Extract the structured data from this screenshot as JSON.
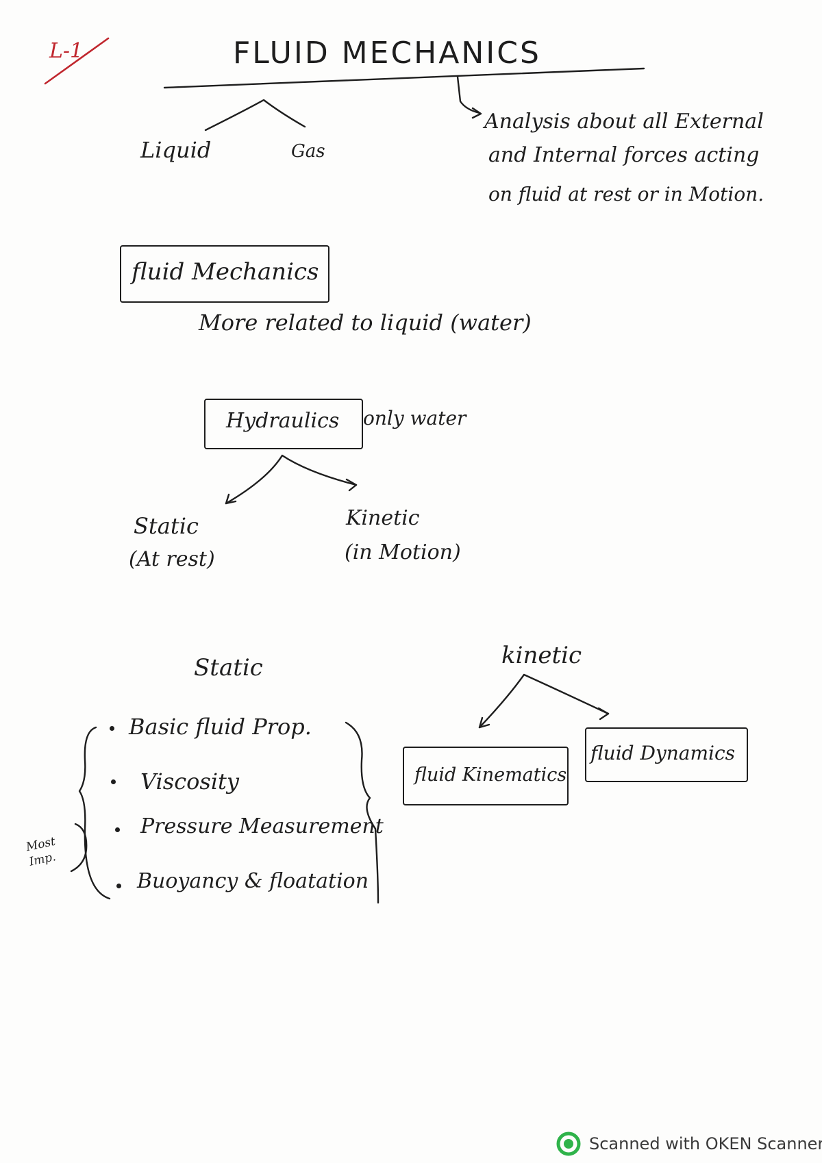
{
  "page": {
    "corner_mark": "L-1",
    "title": "FLUID MECHANICS",
    "branch": {
      "left": "Liquid",
      "right": "Gas"
    },
    "analysis": [
      "Analysis about all External",
      "and Internal forces acting",
      "on fluid at rest or in Motion."
    ],
    "box_fluid_mechanics": "fluid Mechanics",
    "more_related": "More related to liquid (water)",
    "box_hydraulics": "Hydraulics",
    "only_water": "only water",
    "static_label": "Static",
    "static_sub": "(At rest)",
    "kinetic_label": "Kinetic",
    "kinetic_sub": "(in Motion)",
    "static_heading": "Static",
    "static_topics": [
      "Basic fluid Prop.",
      "Viscosity",
      "Pressure Measurement",
      "Buoyancy & floatation"
    ],
    "most_imp": "Most Imp.",
    "kinetic_heading": "kinetic",
    "box_fluid_kinematics": "fluid Kinematics",
    "box_fluid_dynamics": "fluid Dynamics",
    "ink_color": "#1e1e1e",
    "corner_mark_color": "#c0262d"
  },
  "footer": {
    "scanner_text": "Scanned with OKEN Scanner",
    "icon": "scanner-logo-icon",
    "icon_color": "#2fb34a"
  }
}
